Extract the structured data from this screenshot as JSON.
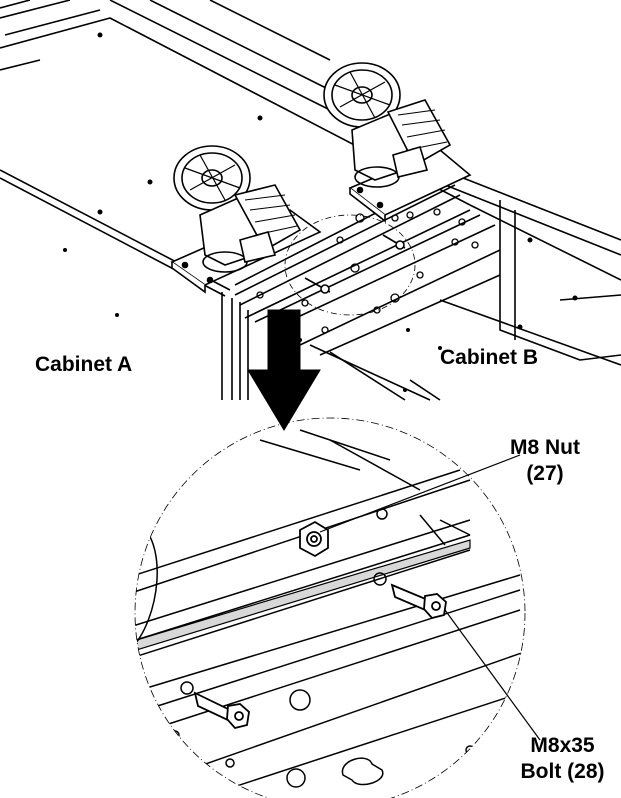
{
  "labels": {
    "cabinet_a": "Cabinet A",
    "cabinet_b": "Cabinet B",
    "nut_line1": "M8 Nut",
    "nut_line2": "(27)",
    "bolt_line1": "M8x35",
    "bolt_line2": "Bolt (28)"
  },
  "colors": {
    "line": "#000000",
    "background": "#ffffff",
    "fill_gray": "#e6e6e6"
  }
}
